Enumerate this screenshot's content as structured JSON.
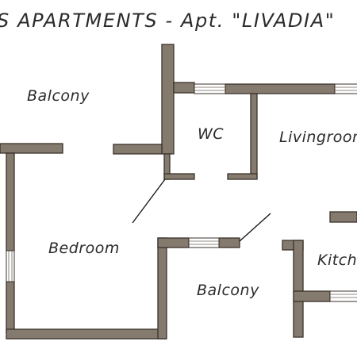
{
  "title": "S APARTMENTS - Apt. \"LIVADIA\"",
  "rooms": {
    "balcony_top": "Balcony",
    "wc": "WC",
    "livingroom": "Livingroom",
    "bedroom": "Bedroom",
    "balcony_bottom": "Balcony",
    "kitchen": "Kitchen"
  },
  "colors": {
    "wall": "#857a6e",
    "wall_outline": "#3a322b",
    "text": "#2b2b2b",
    "background": "#ffffff"
  }
}
